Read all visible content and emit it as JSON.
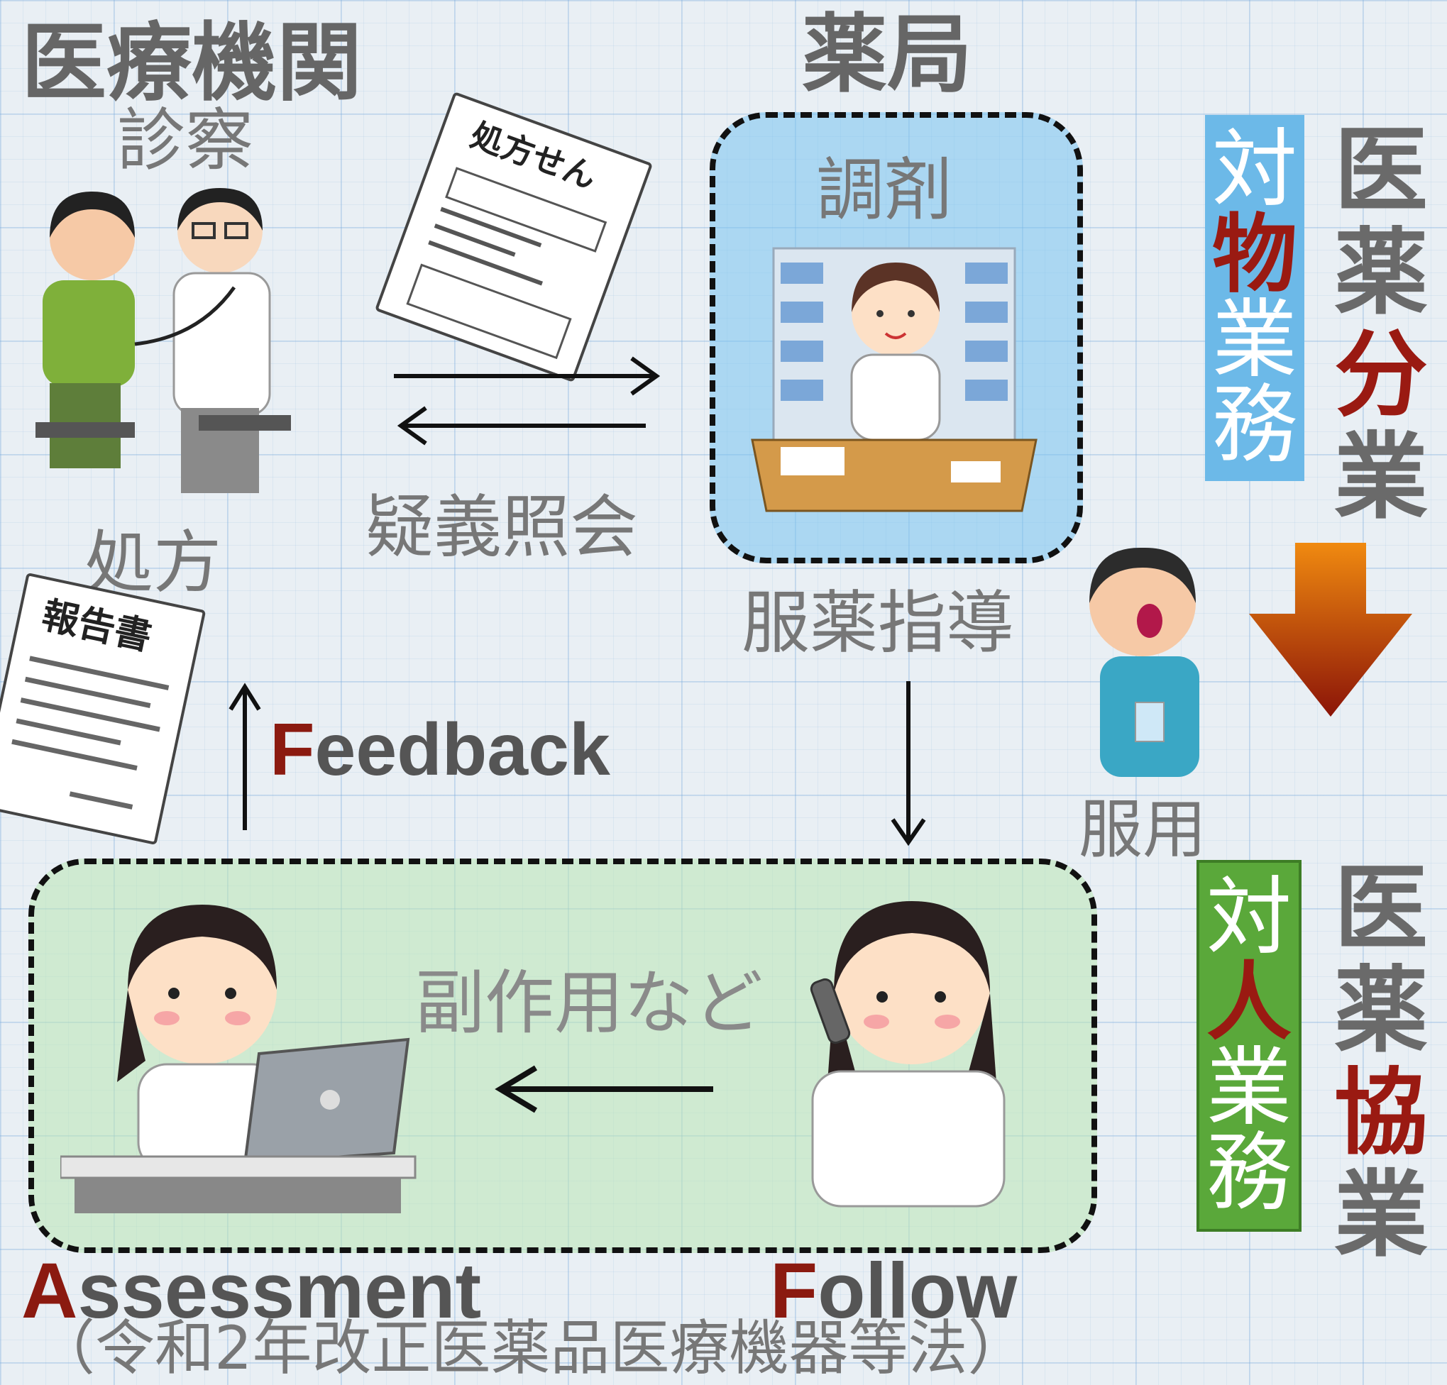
{
  "header": {
    "institution": "医療機関",
    "pharmacy": "薬局"
  },
  "labels": {
    "examination": "診察",
    "prescribe": "処方",
    "dispensing": "調剤",
    "inquiry": "疑義照会",
    "medication_guidance": "服薬指導",
    "taking_medicine": "服用",
    "side_effects": "副作用など"
  },
  "paper": {
    "prescription_title": "処方せん",
    "report_title": "報告書"
  },
  "feedback": {
    "initial": "F",
    "rest": "eedback"
  },
  "assessment": {
    "initial": "A",
    "rest": "ssessment"
  },
  "follow": {
    "initial": "F",
    "rest": "ollow"
  },
  "footer": "（令和2年改正医薬品医療機器等法）",
  "band_object": [
    "対",
    "物",
    "業",
    "務"
  ],
  "band_person": [
    "対",
    "人",
    "業",
    "務"
  ],
  "side_division": [
    "医",
    "薬",
    "分",
    "業"
  ],
  "side_cooperation": [
    "医",
    "薬",
    "協",
    "業"
  ],
  "colors": {
    "accent_red": "#9a1a12",
    "blue_band": "#6cb9e8",
    "green_band": "#5aa83a",
    "arrow_top": "#f08a10",
    "arrow_bottom": "#8b1408"
  }
}
